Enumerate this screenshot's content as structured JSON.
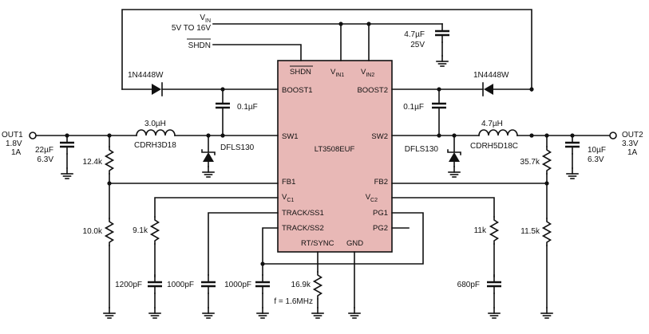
{
  "ic": {
    "part": "LT3508EUF",
    "fill_color": "#e8b8b6",
    "pins": {
      "shdn": "SHDN",
      "vin1": "V",
      "vin1_sub": "IN1",
      "vin2": "V",
      "vin2_sub": "IN2",
      "boost1": "BOOST1",
      "boost2": "BOOST2",
      "sw1": "SW1",
      "sw2": "SW2",
      "fb1": "FB1",
      "fb2": "FB2",
      "vc1": "V",
      "vc1_sub": "C1",
      "vc2": "V",
      "vc2_sub": "C2",
      "track1": "TRACK/SS1",
      "track2": "TRACK/SS2",
      "pg1": "PG1",
      "pg2": "PG2",
      "rtsync": "RT/SYNC",
      "gnd": "GND"
    }
  },
  "vin": {
    "label": "V",
    "label_sub": "IN",
    "range": "5V TO 16V"
  },
  "shdn_label": "SHDN",
  "cin": {
    "value": "4.7µF",
    "rating": "25V"
  },
  "left": {
    "diode": "1N4448W",
    "cboost": "0.1µF",
    "inductor": "3.0µH",
    "inductor_part": "CDRH3D18",
    "schottky": "DFLS130",
    "out_name": "OUT1",
    "out_v": "1.8V",
    "out_i": "1A",
    "cout": "22µF",
    "cout_v": "6.3V",
    "r_top": "12.4k",
    "r_bot": "10.0k",
    "rc": "9.1k",
    "cc2": "1200pF",
    "cc": "1000pF",
    "css": "1000pF"
  },
  "right": {
    "diode": "1N4448W",
    "cboost": "0.1µF",
    "inductor": "4.7µH",
    "inductor_part": "CDRH5D18C",
    "schottky": "DFLS130",
    "out_name": "OUT2",
    "out_v": "3.3V",
    "out_i": "1A",
    "cout": "10µF",
    "cout_v": "6.3V",
    "r_top": "35.7k",
    "r_bot": "11.5k",
    "rc": "11k",
    "cc": "680pF"
  },
  "rt": {
    "value": "16.9k",
    "freq": "f = 1.6MHz"
  }
}
